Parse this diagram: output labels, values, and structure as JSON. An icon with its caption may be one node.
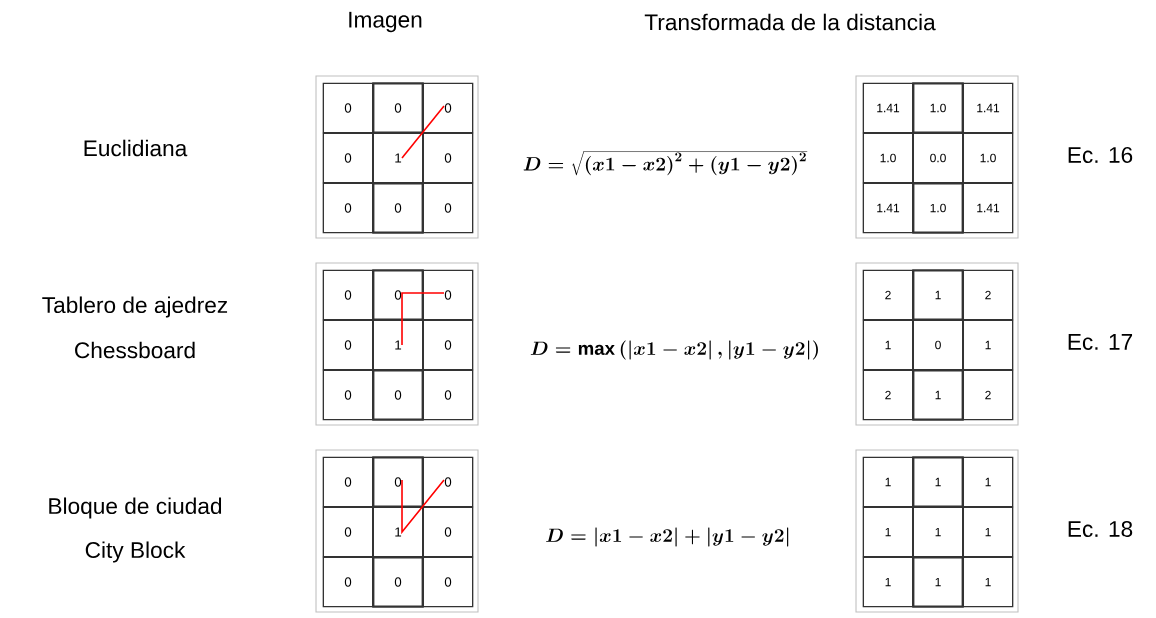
{
  "diagram": {
    "labels": [
      "Imagen",
      "Transformada de la distancia",
      "Euclidiana",
      "0",
      "0",
      "0",
      "0",
      "1",
      "0",
      "0",
      "0",
      "0",
      "D=\\sqrt{\\left(x1-x2\\right)^2+\\left(y1-y2\\right)^2}",
      "1.41",
      "1.0",
      "1.41",
      "1.0",
      "0.0",
      "1.0",
      "1.41",
      "1.0",
      "1.41",
      "Ec. 16",
      "Tablero de ajedrez",
      "Chessboard",
      "0",
      "0",
      "0",
      "0",
      "1",
      "0",
      "0",
      "0",
      "0",
      "D=\\max\\left(\\left|x1-x2\\right|,\\left|y1-y2\\right|\\right)",
      "2",
      "1",
      "2",
      "1",
      "0",
      "1",
      "2",
      "1",
      "2",
      "Ec. 17",
      "Bloque de ciudad",
      "City Block",
      "0",
      "0",
      "0",
      "0",
      "1",
      "0",
      "0",
      "0",
      "0",
      "D=\\left|x1-x2\\right|+\\left|y1-y2\\right|",
      "1",
      "1",
      "1",
      "1",
      "1",
      "1",
      "1",
      "1",
      "1",
      "Ec. 18"
    ]
  }
}
